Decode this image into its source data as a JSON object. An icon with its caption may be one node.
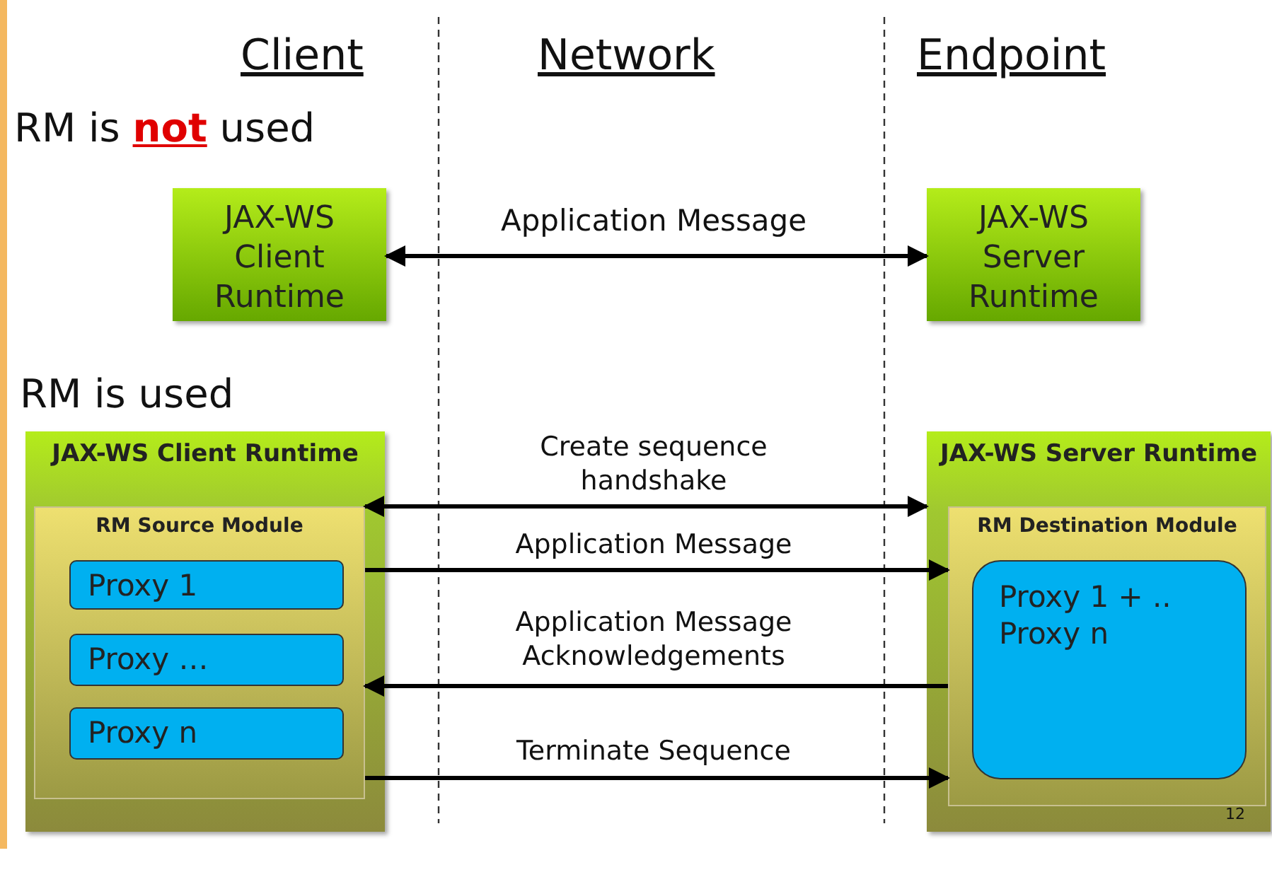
{
  "diagram": {
    "nodes": [
      {
        "text": [
          "JAX-WS Client Runtime"
        ]
      },
      {
        "text": [
          "JAX-WS Server Runtime"
        ]
      },
      {
        "text": [
          "JAX-WS Client Runtime"
        ]
      },
      {
        "text": [
          "RM Source Module"
        ],
        "in": 2
      },
      {
        "text": [
          "Proxy 1"
        ],
        "in": 3
      },
      {
        "text": [
          "Proxy …"
        ],
        "in": 3
      },
      {
        "text": [
          "Proxy n"
        ],
        "in": 3
      },
      {
        "text": [
          "JAX-WS Server Runtime"
        ]
      },
      {
        "text": [
          "RM Destination Module"
        ],
        "in": 7
      },
      {
        "text": [
          "Proxy 1 + .. Proxy n"
        ],
        "in": 8
      }
    ],
    "edges": [
      {
        "from": 0,
        "to": 1,
        "arrow": "both",
        "label": "Application Message"
      },
      {
        "from": 3,
        "to": 7,
        "arrow": "both",
        "label": "Create sequence handshake"
      },
      {
        "from": 3,
        "to": 8,
        "arrow": "to",
        "label": "Application Message"
      },
      {
        "from": 8,
        "to": 3,
        "arrow": "to",
        "label": "Application Message Acknowledgements"
      },
      {
        "from": 3,
        "to": 8,
        "arrow": "to",
        "label": "Terminate Sequence"
      }
    ],
    "labels": [
      "Client",
      "Network",
      "Endpoint",
      "RM is **not** used",
      "RM is used",
      "12"
    ]
  }
}
